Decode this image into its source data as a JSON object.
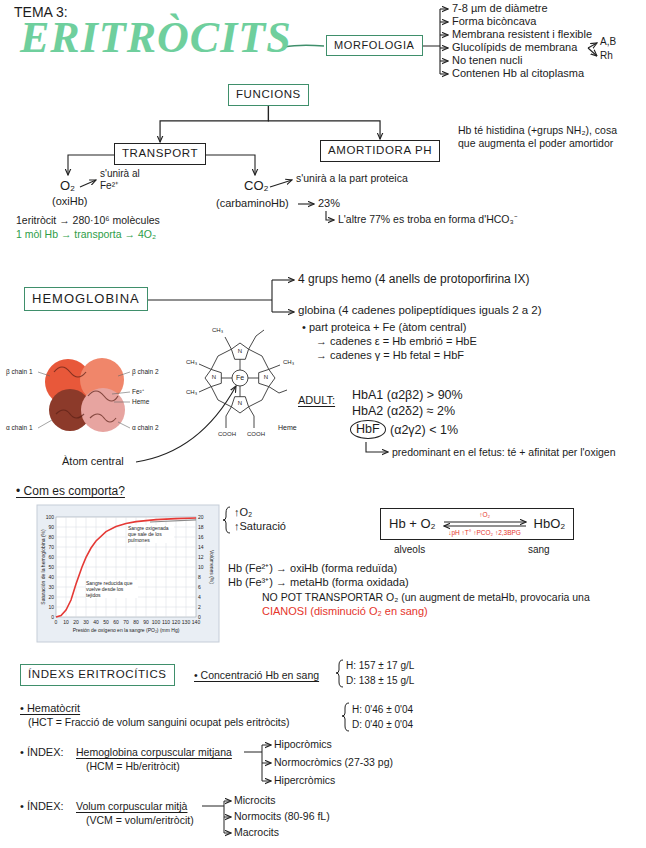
{
  "diagram": {
    "title": "ERITRÒCITS",
    "nodes": [
      {
        "text": [
          "MORFOLOGIA"
        ]
      },
      {
        "text": [
          "FUNCIONS"
        ]
      },
      {
        "text": [
          "TRANSPORT"
        ]
      },
      {
        "text": [
          "AMORTIDORA PH"
        ]
      },
      {
        "text": [
          "HEMOGLOBINA"
        ]
      },
      {
        "text": [
          "HbF"
        ]
      },
      {
        "text": [
          "Hb + O₂",
          "↑O₂",
          "↓pH ↑T° ↑PCO₂ ↑2,3BPG",
          "HbO₂"
        ]
      },
      {
        "text": [
          "ÍNDEXS ERITROCÍTICS"
        ]
      }
    ],
    "edges": [
      {
        "from": 1,
        "to": 2,
        "arrow": "to"
      },
      {
        "from": 1,
        "to": 3,
        "arrow": "to"
      }
    ],
    "labels": [
      "TEMA 3:",
      "7-8 µm de diàmetre",
      "Forma bicòncava",
      "Membrana resistent i flexible",
      "Glucolípids de membrana",
      "A,B",
      "Rh",
      "No tenen nucli",
      "Contenen Hb al citoplasma",
      "Hb té histidina (+grups NH₂), cosa que augmenta el poder amortidor",
      "O₂",
      "s'unirà al Fe²⁺",
      "(oxiHb)",
      "1eritròcit → 280·10⁶ molècules",
      "1 mòl Hb → transporta → 4O₂",
      "CO₂",
      "s'unirà a la part proteica",
      "(carbaminoHb)",
      "23%",
      "L'altre 77% es troba en forma d'HCO₃⁻",
      "4 grups hemo (4 anells de protoporfirina IX)",
      "globina (4 cadenes polipeptídiques iguals 2 a 2)",
      "• part proteica + Fe (àtom central)",
      "→ cadenes ε = Hb embrió = HbE",
      "→ cadenes γ = Hb fetal = HbF",
      "β chain 1",
      "α chain 1",
      "β chain 2",
      "Fe²⁺",
      "Heme",
      "α chain 2",
      "CH₃",
      "CH₃",
      "CH₃",
      "CH₃",
      "N",
      "N",
      "N",
      "N",
      "Fe",
      "COOH",
      "COOH",
      "Heme",
      "Àtom central",
      "ADULT:",
      "HbA1 (α2β2) > 90%",
      "HbA2 (α2δ2) ≈ 2%",
      "(α2γ2) < 1%",
      "predominant en el fetus: té + afinitat per l'oxigen",
      "• Com es comporta?",
      "0",
      "10",
      "20",
      "30",
      "40",
      "50",
      "60",
      "70",
      "80",
      "90",
      "100",
      "0",
      "2",
      "4",
      "6",
      "8",
      "10",
      "12",
      "14",
      "16",
      "18",
      "20",
      "0",
      "10",
      "20",
      "30",
      "40",
      "50",
      "60",
      "70",
      "80",
      "90",
      "100",
      "110",
      "120",
      "130",
      "140",
      "Saturación de la hemoglobina (%)",
      "Volúmenes (%)",
      "Presión de oxígeno en la sangre (PO₂) (mm Hg)",
      "Sangre oxigenada que sale de los pulmones",
      "Sangre reducida que vuelve desde los tejidos",
      "↑O₂",
      "↑Saturació",
      "alveols",
      "sang",
      "Hb (Fe²⁺) → oxiHb (forma reduïda)",
      "Hb (Fe³⁺) → metaHb (forma oxidada)",
      "NO POT TRANSPORTAR O₂ (un augment de metaHb, provocaria una",
      "CIANOSI (disminució O₂ en sang)",
      "• Concentració Hb en sang",
      "H: 157 ± 17 g/L",
      "D: 138 ± 15 g/L",
      "• Hematòcrit",
      "(HCT = Fracció de volum sanguini ocupat pels eritròcits)",
      "H: 0'46 ± 0'04",
      "D: 0'40 ± 0'04",
      "• ÍNDEX:",
      "Hemoglobina corpuscular mitjana",
      "(HCM = Hb/eritròcit)",
      "Hipocròmics",
      "Normocròmics (27-33 pg)",
      "Hipercròmics",
      "• ÍNDEX:",
      "Volum corpuscular mitjà",
      "(VCM = volum/eritròcit)",
      "Microcits",
      "Normocits (80-96 fL)",
      "Macrocits"
    ]
  }
}
